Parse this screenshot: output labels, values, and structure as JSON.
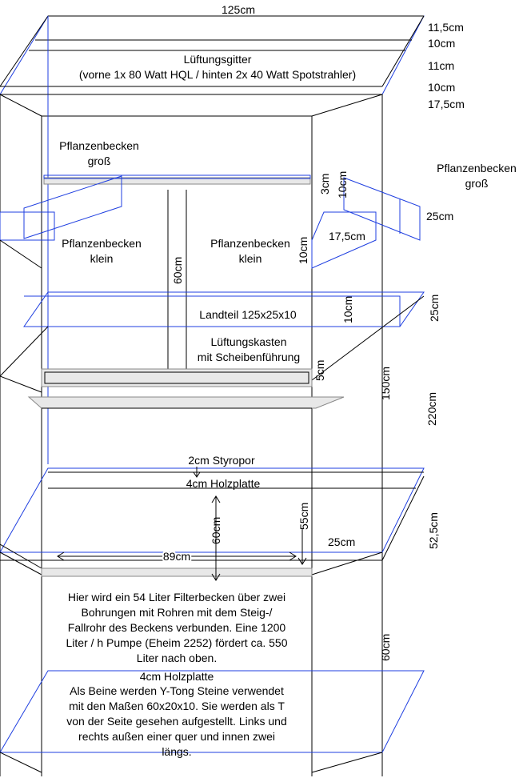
{
  "labels": {
    "top_width": "125cm",
    "h_11_5": "11,5cm",
    "h_10a": "10cm",
    "h_11": "11cm",
    "h_10b": "10cm",
    "h_17_5": "17,5cm",
    "vent_title": "Lüftungsgitter",
    "vent_sub": "(vorne 1x 80 Watt HQL / hinten 2x 40 Watt Spotstrahler)",
    "plant_big_l1": "Pflanzenbecken",
    "plant_big_l2": "groß",
    "plant_big_r1": "Pflanzenbecken",
    "plant_big_r2": "groß",
    "d_3cm": "3cm",
    "d_10cm_a": "10cm",
    "d_25cm_r": "25cm",
    "plant_small_l1": "Pflanzenbecken",
    "plant_small_l2": "klein",
    "plant_small_c1": "Pflanzenbecken",
    "plant_small_c2": "klein",
    "d_17_5": "17,5cm",
    "d_10cm_b": "10cm",
    "d_60cm_a": "60cm",
    "d_25cm_side": "25cm",
    "land": "Landteil 125x25x10",
    "d_10cm_c": "10cm",
    "vent_box1": "Lüftungskasten",
    "vent_box2": "mit Scheibenführung",
    "d_5cm": "5cm",
    "d_150": "150cm",
    "d_220": "220cm",
    "styro": "2cm Styropor",
    "wood1": "4cm Holzplatte",
    "d_60cm_b": "60cm",
    "d_55cm": "55cm",
    "d_52_5": "52,5cm",
    "d_25cm_b": "25cm",
    "d_89": "89cm",
    "filter_text": [
      "Hier wird ein 54 Liter Filterbecken über zwei",
      "Bohrungen mit Rohren mit dem Steig-/",
      "Fallrohr des Beckens verbunden. Eine 1200",
      "Liter / h Pumpe (Eheim 2252) fördert ca. 550",
      "Liter nach oben."
    ],
    "d_60cm_c": "60cm",
    "wood2": "4cm Holzplatte",
    "legs_text": [
      "Als Beine werden Y-Tong Steine verwendet",
      "mit den Maßen 60x20x10. Sie werden als T",
      "von der Seite gesehen aufgestellt. Links und",
      "rechts außen einer quer und innen zwei",
      "längs."
    ]
  }
}
